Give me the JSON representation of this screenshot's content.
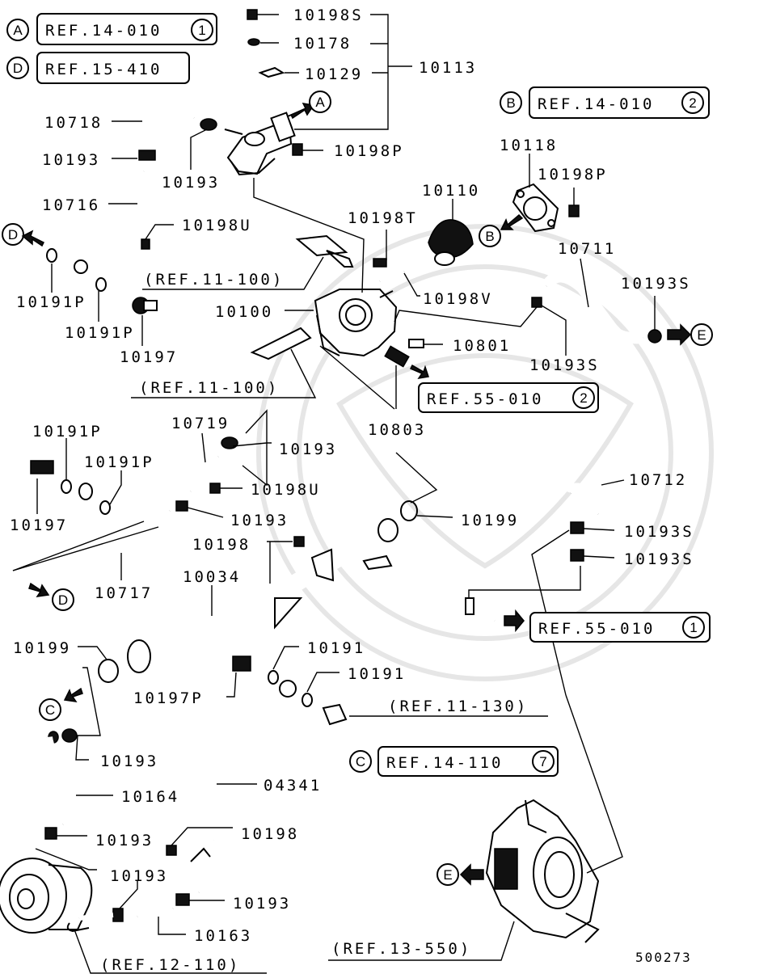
{
  "watermark": "none",
  "part_labels": {
    "p10198S": "10198S",
    "p10178": "10178",
    "p10129": "10129",
    "p10113": "10113",
    "p10718": "10718",
    "p10193_a": "10193",
    "p10193_b": "10193",
    "p10198P_a": "10198P",
    "p10716": "10716",
    "p10118": "10118",
    "p10198P_b": "10198P",
    "p10110": "10110",
    "p10198U_a": "10198U",
    "p10198T": "10198T",
    "p10191P_a": "10191P",
    "p10191P_b": "10191P",
    "p10197_a": "10197",
    "p10100": "10100",
    "p10198V": "10198V",
    "p10711": "10711",
    "p10193S_a": "10193S",
    "p10193S_b": "10193S",
    "p10801": "10801",
    "p10803": "10803",
    "p10719": "10719",
    "p10193_c": "10193",
    "p10191P_c": "10191P",
    "p10191P_d": "10191P",
    "p10198U_b": "10198U",
    "p10197_b": "10197",
    "p10193_d": "10193",
    "p10712": "10712",
    "p10199_a": "10199",
    "p10193S_c": "10193S",
    "p10198_a": "10198",
    "p10193S_d": "10193S",
    "p10717": "10717",
    "p10034": "10034",
    "p10199_b": "10199",
    "p10191_a": "10191",
    "p10191_b": "10191",
    "p10197P": "10197P",
    "p10193_e": "10193",
    "p10164": "10164",
    "p04341": "04341",
    "p10193_f": "10193",
    "p10198_b": "10198",
    "p10193_g": "10193",
    "p10193_h": "10193",
    "p10163": "10163",
    "diagram_id": "500273"
  },
  "refs": {
    "a_box": "REF.14-010",
    "a_num": "1",
    "d_box": "REF.15-410",
    "b_box": "REF.14-010",
    "b_num": "2",
    "ref_11_100_a": "(REF.11-100)",
    "ref_11_100_b": "(REF.11-100)",
    "ref_55_010_2": "REF.55-010",
    "ref_55_010_2_num": "2",
    "ref_55_010_1": "REF.55-010",
    "ref_55_010_1_num": "1",
    "ref_11_130": "(REF.11-130)",
    "c_box": "REF.14-110",
    "c_num": "7",
    "ref_13_550": "(REF.13-550)",
    "ref_12_110": "(REF.12-110)"
  },
  "callouts": {
    "A": "A",
    "B": "B",
    "C": "C",
    "D": "D",
    "E": "E"
  }
}
